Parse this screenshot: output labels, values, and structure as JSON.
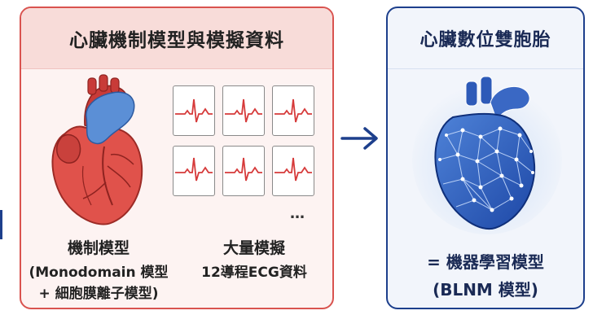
{
  "left_panel": {
    "title": "心臟機制模型與模擬資料",
    "mechanism": {
      "title": "機制模型",
      "line1": "(Monodomain 模型",
      "line2": "+ 細胞膜離子模型)"
    },
    "data": {
      "title": "大量模擬",
      "line1": "12導程ECG資料"
    },
    "ellipsis": "…"
  },
  "right_panel": {
    "title": "心臟數位雙胞胎",
    "line1": "= 機器學習模型",
    "line2": "(BLNM 模型)"
  },
  "colors": {
    "left_border": "#d9534f",
    "right_border": "#1d3f8c",
    "arrow": "#1d3f8c",
    "ecg_trace": "#d63a3a"
  }
}
